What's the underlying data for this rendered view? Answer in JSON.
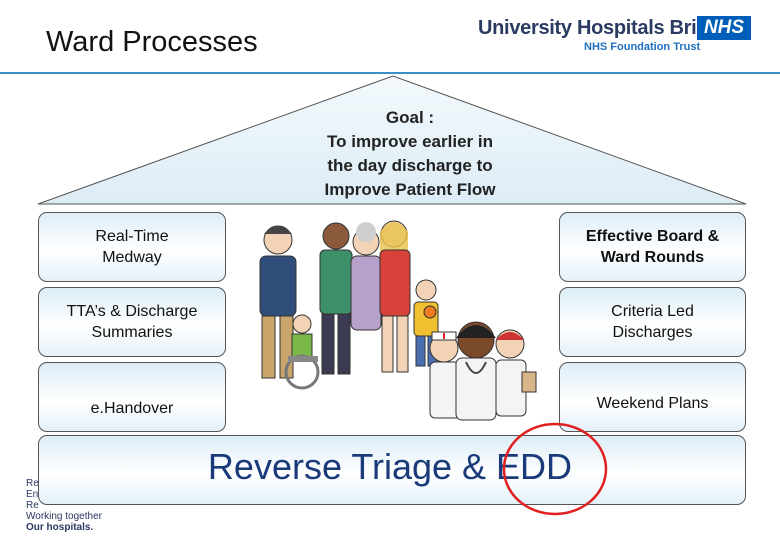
{
  "title": "Ward Processes",
  "logo": {
    "org_name": "University Hospitals Bristol",
    "badge": "NHS",
    "subtitle": "NHS Foundation Trust"
  },
  "goal": {
    "lines": [
      "Goal :",
      "To improve earlier in",
      "the day discharge to",
      "Improve Patient Flow"
    ]
  },
  "left_pillars": [
    {
      "lines": [
        "Real-Time",
        "Medway"
      ]
    },
    {
      "lines": [
        "TTA’s & Discharge",
        "Summaries"
      ]
    },
    {
      "lines": [
        "e.Handover"
      ]
    }
  ],
  "right_pillars": [
    {
      "lines": [
        "Effective Board &",
        "Ward Rounds"
      ]
    },
    {
      "lines": [
        "Criteria Led",
        "Discharges"
      ]
    },
    {
      "lines": [
        "Weekend Plans"
      ]
    }
  ],
  "foundation": "Reverse Triage & EDD",
  "footer": {
    "lines": [
      "Re",
      "En",
      "Re",
      "Working together"
    ],
    "bold_line": "Our hospitals."
  },
  "colors": {
    "header_rule": "#3a8fc4",
    "nhs_blue": "#005eb8",
    "highlight_circle": "#e02020",
    "foundation_text": "#1a3a7a"
  }
}
